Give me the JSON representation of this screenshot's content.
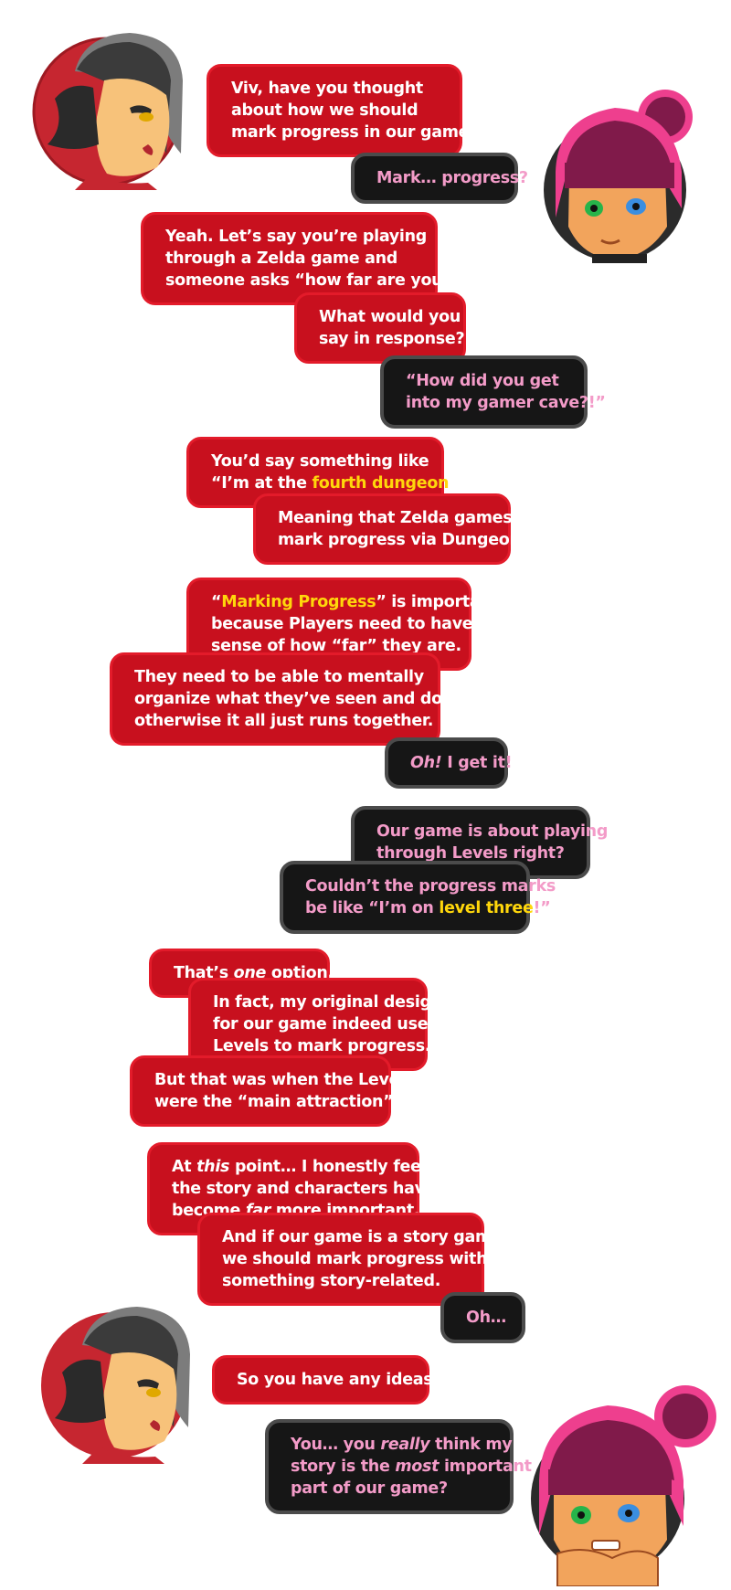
{
  "conversation": [
    {
      "speaker": "left",
      "lines": [
        [
          {
            "t": "Viv, have you thought"
          }
        ],
        [
          {
            "t": "about how we should"
          }
        ],
        [
          {
            "t": "mark progress in our game?"
          }
        ]
      ]
    },
    {
      "speaker": "right",
      "lines": [
        [
          {
            "t": "Mark… progress?"
          }
        ]
      ]
    },
    {
      "speaker": "left",
      "lines": [
        [
          {
            "t": "Yeah. Let’s say you’re playing"
          }
        ],
        [
          {
            "t": "through a Zelda game and"
          }
        ],
        [
          {
            "t": "someone asks “how far are you?”"
          }
        ]
      ]
    },
    {
      "speaker": "left",
      "lines": [
        [
          {
            "t": "What would you"
          }
        ],
        [
          {
            "t": "say in response?"
          }
        ]
      ]
    },
    {
      "speaker": "right",
      "lines": [
        [
          {
            "t": "“How did you get"
          }
        ],
        [
          {
            "t": "into my gamer cave?!”"
          }
        ]
      ]
    },
    {
      "speaker": "left",
      "lines": [
        [
          {
            "t": "You’d say something like"
          }
        ],
        [
          {
            "t": "“I’m at the "
          },
          {
            "t": "fourth dungeon",
            "s": "hl"
          },
          {
            "t": "”."
          }
        ]
      ]
    },
    {
      "speaker": "left",
      "lines": [
        [
          {
            "t": "Meaning that Zelda games"
          }
        ],
        [
          {
            "t": "mark progress via Dungeons."
          }
        ]
      ]
    },
    {
      "speaker": "left",
      "lines": [
        [
          {
            "t": "“"
          },
          {
            "t": "Marking Progress",
            "s": "hl"
          },
          {
            "t": "” is important"
          }
        ],
        [
          {
            "t": "because Players need to have a"
          }
        ],
        [
          {
            "t": "sense of how “far” they are."
          }
        ]
      ]
    },
    {
      "speaker": "left",
      "lines": [
        [
          {
            "t": "They need to be able to mentally"
          }
        ],
        [
          {
            "t": "organize what they’ve seen and done,"
          }
        ],
        [
          {
            "t": "otherwise it all just runs together."
          }
        ]
      ]
    },
    {
      "speaker": "right",
      "lines": [
        [
          {
            "t": "Oh!",
            "s": "emph"
          },
          {
            "t": " I get it!"
          }
        ]
      ]
    },
    {
      "speaker": "right",
      "lines": [
        [
          {
            "t": "Our game is about playing"
          }
        ],
        [
          {
            "t": "through Levels right?"
          }
        ]
      ]
    },
    {
      "speaker": "right",
      "lines": [
        [
          {
            "t": "Couldn’t the progress marks"
          }
        ],
        [
          {
            "t": "be like “I’m on "
          },
          {
            "t": "level three",
            "s": "hl"
          },
          {
            "t": "!”"
          }
        ]
      ]
    },
    {
      "speaker": "left",
      "lines": [
        [
          {
            "t": "That’s "
          },
          {
            "t": "one",
            "s": "emph"
          },
          {
            "t": " option."
          }
        ]
      ]
    },
    {
      "speaker": "left",
      "lines": [
        [
          {
            "t": "In fact, my original design"
          }
        ],
        [
          {
            "t": "for our game indeed used"
          }
        ],
        [
          {
            "t": "Levels to mark progress."
          }
        ]
      ]
    },
    {
      "speaker": "left",
      "lines": [
        [
          {
            "t": "But that was when the Levels"
          }
        ],
        [
          {
            "t": "were the “main attraction”."
          }
        ]
      ]
    },
    {
      "speaker": "left",
      "lines": [
        [
          {
            "t": "At "
          },
          {
            "t": "this",
            "s": "emph"
          },
          {
            "t": " point… I honestly feel"
          }
        ],
        [
          {
            "t": "the story and characters have"
          }
        ],
        [
          {
            "t": "become "
          },
          {
            "t": "far",
            "s": "emph"
          },
          {
            "t": " more important."
          }
        ]
      ]
    },
    {
      "speaker": "left",
      "lines": [
        [
          {
            "t": "And if our game is a story game,"
          }
        ],
        [
          {
            "t": "we should mark progress with"
          }
        ],
        [
          {
            "t": "something story-related."
          }
        ]
      ]
    },
    {
      "speaker": "right",
      "lines": [
        [
          {
            "t": "Oh…"
          }
        ]
      ]
    },
    {
      "speaker": "left",
      "lines": [
        [
          {
            "t": "So you have any ideas?"
          }
        ]
      ]
    },
    {
      "speaker": "right",
      "lines": [
        [
          {
            "t": "You… you "
          },
          {
            "t": "really",
            "s": "emph"
          },
          {
            "t": " think my"
          }
        ],
        [
          {
            "t": "story is the "
          },
          {
            "t": "most",
            "s": "emph"
          },
          {
            "t": " important"
          }
        ],
        [
          {
            "t": "part of our game?"
          }
        ]
      ]
    }
  ],
  "colors": {
    "left_bubble": "#c8101e",
    "left_border": "#e31b2a",
    "right_bubble": "#161616",
    "right_border": "#4b4b4b",
    "right_text": "#f39bc8",
    "highlight": "#ffd70b"
  },
  "avatars": [
    {
      "id": "left-1",
      "icon": "dark-haired-character-avatar-icon"
    },
    {
      "id": "right-1",
      "icon": "pink-haired-character-avatar-icon"
    },
    {
      "id": "left-2",
      "icon": "dark-haired-character-avatar-icon"
    },
    {
      "id": "right-2",
      "icon": "pink-haired-worried-character-avatar-icon"
    }
  ]
}
